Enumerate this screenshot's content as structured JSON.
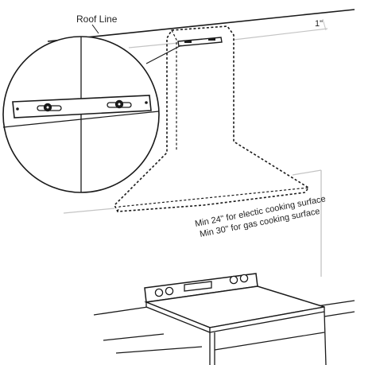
{
  "labels": {
    "roof_line": "Roof Line",
    "clearance": "1\"",
    "min_electric": "Min 24\" for electic cooking surface",
    "min_gas": "Min 30\" for gas cooking surface"
  },
  "colors": {
    "line": "#1a1a1a",
    "guide": "#c4c4c4",
    "background": "#ffffff"
  }
}
